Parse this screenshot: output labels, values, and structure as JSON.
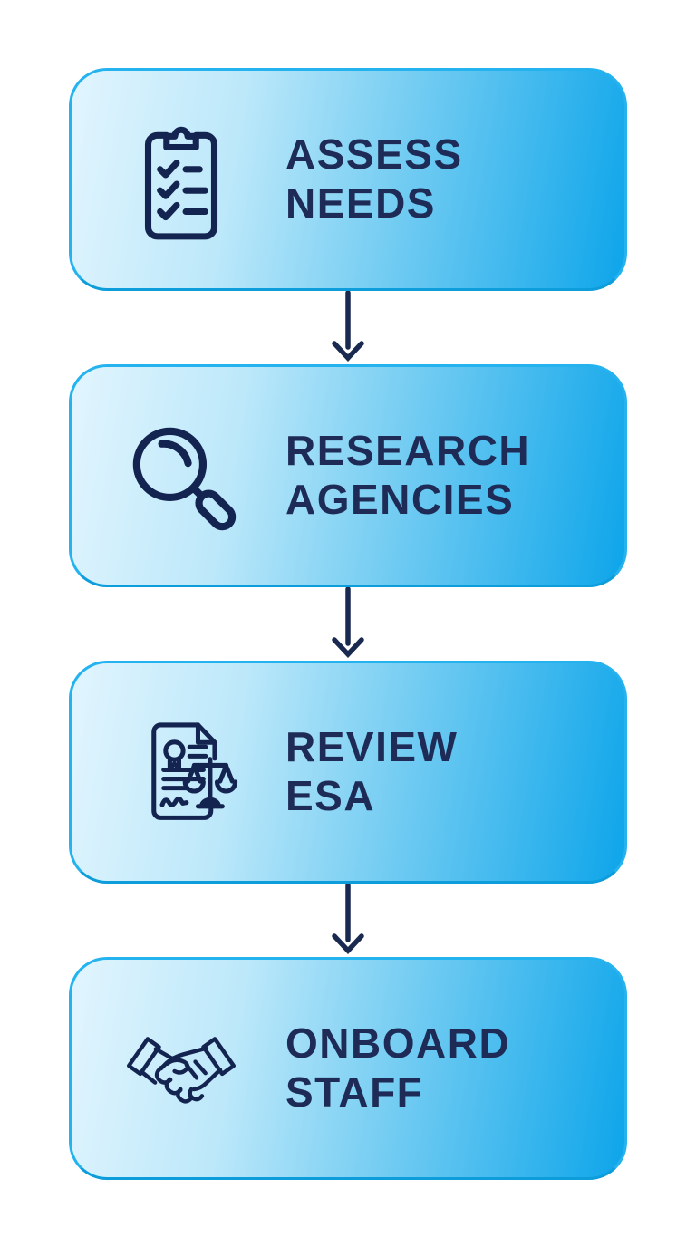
{
  "diagram": {
    "type": "vertical-flowchart",
    "steps": [
      {
        "label": "ASSESS\nNEEDS",
        "icon": "checklist-clipboard-icon"
      },
      {
        "label": "RESEARCH\nAGENCIES",
        "icon": "magnifier-icon"
      },
      {
        "label": "REVIEW\nESA",
        "icon": "contract-scales-icon"
      },
      {
        "label": "ONBOARD\nSTAFF",
        "icon": "handshake-icon"
      }
    ],
    "connectors": [
      {
        "icon": "down-arrow-icon"
      },
      {
        "icon": "down-arrow-icon"
      },
      {
        "icon": "down-arrow-icon"
      }
    ],
    "colors": {
      "background": "#ffffff",
      "box_gradient_start": "#e2f5fe",
      "box_gradient_end": "#0da5ea",
      "box_border": "#24b3ef",
      "text": "#1d2b56",
      "line_art": "#142450",
      "arrow": "#1a2950"
    }
  }
}
